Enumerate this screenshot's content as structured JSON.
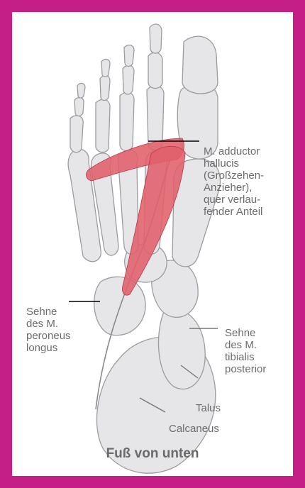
{
  "labels": {
    "adductor": "M. adductor\nhallucis\n(Großzehen-\nAnzieher),\nquer verlau-\nfender Anteil",
    "peroneus": "Sehne\ndes M.\nperoneus\nlongus",
    "tibialis": "Sehne\ndes M.\ntibialis\nposterior",
    "talus": "Talus",
    "calcaneus": "Calcaneus"
  },
  "caption": "Fuß von unten",
  "colors": {
    "frame": "#c51f87",
    "bone": "#e4e4e6",
    "bone_outline": "#9a9a9e",
    "muscle": "#e0606a",
    "leader": "#000000"
  }
}
